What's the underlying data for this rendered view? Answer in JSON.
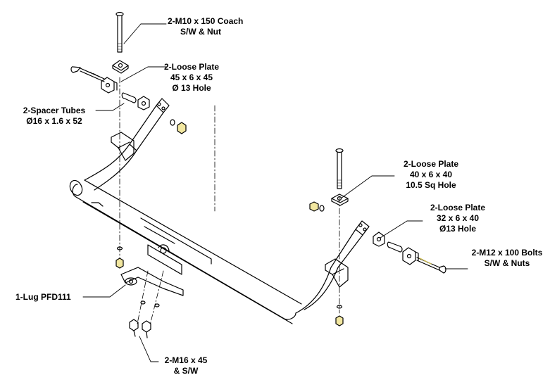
{
  "callouts": {
    "coach_bolt": {
      "line1": "2-M10 x 150 Coach",
      "line2": "S/W & Nut"
    },
    "loose_plate_a": {
      "line1": "2-Loose Plate",
      "line2": "45 x 6 x 45",
      "line3": "Ø 13 Hole"
    },
    "spacer_tubes": {
      "line1": "2-Spacer Tubes",
      "line2": "Ø16 x 1.6 x 52"
    },
    "loose_plate_b": {
      "line1": "2-Loose Plate",
      "line2": "40 x 6 x 40",
      "line3": "10.5 Sq Hole"
    },
    "loose_plate_c": {
      "line1": "2-Loose Plate",
      "line2": "32 x 6 x 40",
      "line3": "Ø13 Hole"
    },
    "m12_bolts": {
      "line1": "2-M12 x 100 Bolts",
      "line2": "S/W & Nuts"
    },
    "lug": {
      "line1": "1-Lug PFD111"
    },
    "m16_bolts": {
      "line1": "2-M16 x 45",
      "line2": "& S/W"
    }
  },
  "colors": {
    "line": "#000000",
    "nut_fill": "#f2e7a0",
    "background": "#ffffff"
  }
}
